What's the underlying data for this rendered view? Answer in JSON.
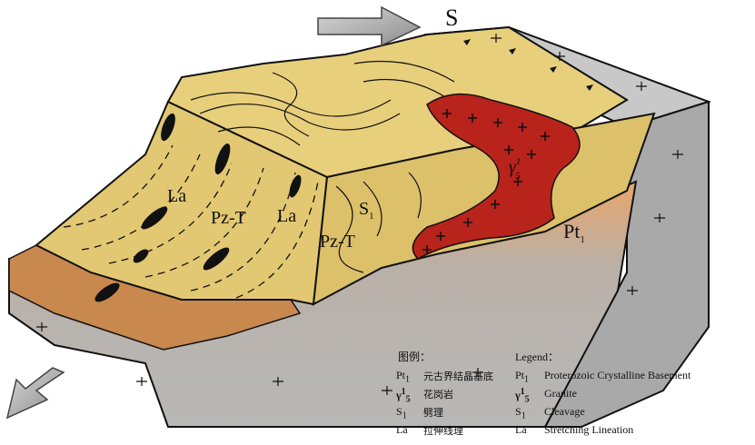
{
  "direction_label": "S",
  "labels": {
    "la_1": "La",
    "la_2": "La",
    "pzt_1": "Pz-T",
    "pzt_2": "Pz-T",
    "s1": "S",
    "s1_sub": "1",
    "gamma": "γ",
    "gamma_sup": "1",
    "gamma_sub": "5",
    "pt": "Pt",
    "pt_sub": "1"
  },
  "legend": {
    "title_cn": "图例：",
    "title_en": "Legend：",
    "rows": [
      {
        "sym": "Pt",
        "sub": "1",
        "sup": "",
        "cn": "元古界结晶基底",
        "sym_en": "Pt",
        "sub_en": "1",
        "sup_en": "",
        "en": "Proterozoic Crystalline Basement"
      },
      {
        "sym": "γ",
        "sub": "5",
        "sup": "1",
        "cn": "花岗岩",
        "sym_en": "γ",
        "sub_en": "5",
        "sup_en": "1",
        "en": "Granite"
      },
      {
        "sym": "S",
        "sub": "1",
        "sup": "",
        "cn": "劈理",
        "sym_en": "S",
        "sub_en": "1",
        "sup_en": "",
        "en": "Cleavage"
      },
      {
        "sym": "La",
        "sub": "",
        "sup": "",
        "cn": "拉伸线理",
        "sym_en": "La",
        "sub_en": "",
        "sup_en": "",
        "en": "Stretching Lineation"
      }
    ]
  },
  "colors": {
    "yellow_layer": "#e2c873",
    "red_granite": "#b8231c",
    "gray_basement": "#bcbcbc",
    "orange_zone": "#c9884d",
    "arrow_gray": "#9a9a9a"
  }
}
